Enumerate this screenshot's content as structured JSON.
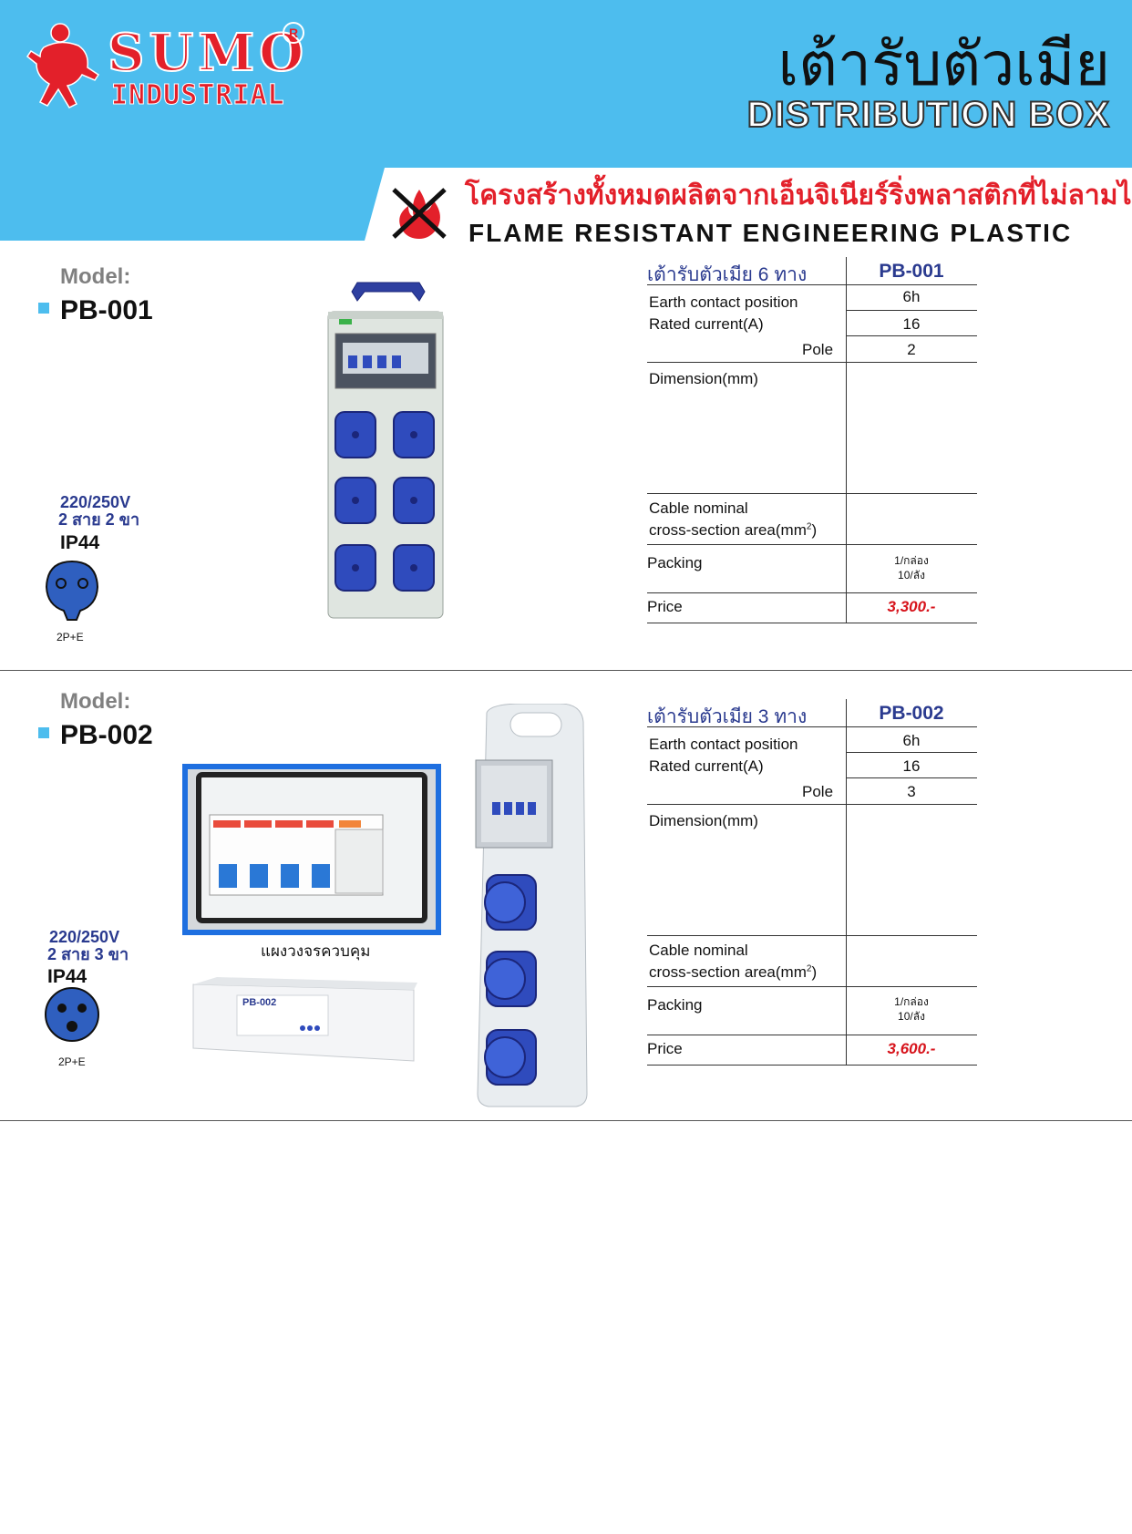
{
  "brand": {
    "line1": "SUMO",
    "line2": "INDUSTRIAL",
    "reg": "R"
  },
  "header": {
    "title_th": "เต้ารับตัวเมีย",
    "title_en": "DISTRIBUTION BOX"
  },
  "flame": {
    "text_th": "โครงสร้างทั้งหมดผลิตจากเอ็นจิเนียร์ริ่งพลาสติกที่ไม่ลามไฟ",
    "text_en": "FLAME RESISTANT ENGINEERING PLASTIC"
  },
  "colors": {
    "sky": "#4dbdee",
    "red": "#e3202a",
    "socket_blue": "#2f4bbd",
    "navy": "#2a3a8f"
  },
  "products": [
    {
      "model_label": "Model:",
      "model": "PB-001",
      "voltage": "220/250V",
      "wires": "2 สาย 2 ขา",
      "ip": "IP44",
      "plug_type": "2P+E",
      "table_title": "เต้ารับตัวเมีย 6 ทาง",
      "table_model": "PB-001",
      "rows": {
        "earth_label": "Earth contact position",
        "earth_value": "6h",
        "current_label": "Rated current(A)",
        "current_value": "16",
        "pole_label": "Pole",
        "pole_value": "2",
        "dimension_label": "Dimension(mm)",
        "dimension_value": "",
        "cable_label_1": "Cable nominal",
        "cable_label_2": "cross-section area(mm",
        "cable_sup": "2",
        "cable_label_3": ")",
        "packing_label": "Packing",
        "packing_1": "1/กล่อง",
        "packing_2": "10/ลัง",
        "price_label": "Price",
        "price_value": "3,300.-"
      }
    },
    {
      "model_label": "Model:",
      "model": "PB-002",
      "voltage": "220/250V",
      "wires": "2 สาย 3 ขา",
      "ip": "IP44",
      "plug_type": "2P+E",
      "caption": "แผงวงจรควบคุม",
      "box_label": "PB-002",
      "table_title": "เต้ารับตัวเมีย 3 ทาง",
      "table_model": "PB-002",
      "rows": {
        "earth_label": "Earth contact position",
        "earth_value": "6h",
        "current_label": "Rated current(A)",
        "current_value": "16",
        "pole_label": "Pole",
        "pole_value": "3",
        "dimension_label": "Dimension(mm)",
        "dimension_value": "",
        "cable_label_1": "Cable nominal",
        "cable_label_2": "cross-section area(mm",
        "cable_sup": "2",
        "cable_label_3": ")",
        "packing_label": "Packing",
        "packing_1": "1/กล่อง",
        "packing_2": "10/ลัง",
        "price_label": "Price",
        "price_value": "3,600.-"
      }
    }
  ]
}
